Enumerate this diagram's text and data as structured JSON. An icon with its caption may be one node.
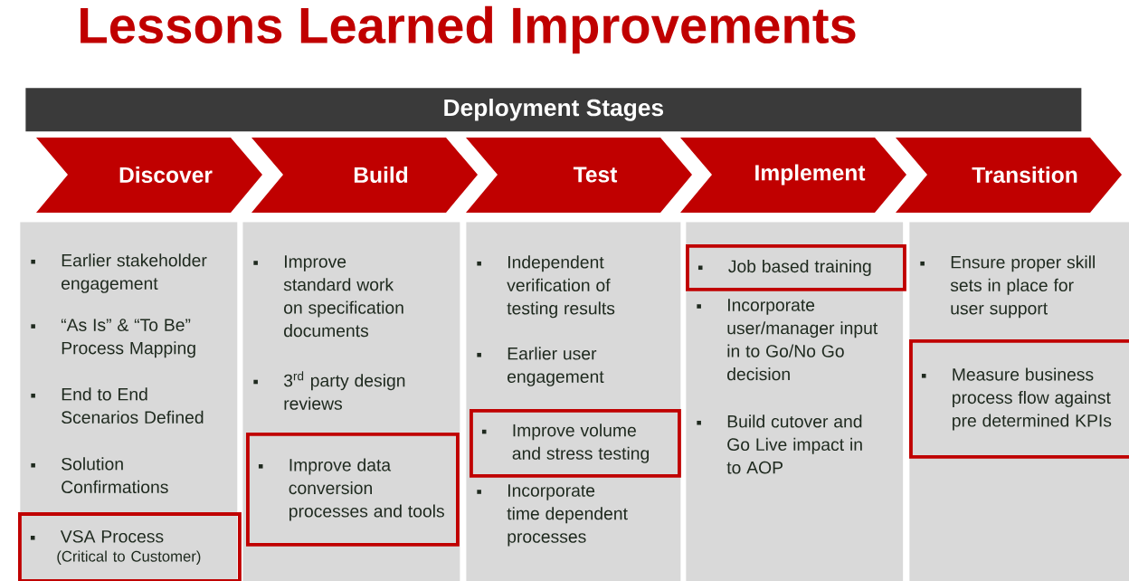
{
  "diagram": {
    "title": "Lessons Learned Improvements",
    "nodes": [
      {
        "text": [
          "Deployment Stages"
        ]
      },
      {
        "text": [
          "Discover"
        ]
      },
      {
        "text": [
          "Build"
        ]
      },
      {
        "text": [
          "Test"
        ]
      },
      {
        "text": [
          "Implement"
        ]
      },
      {
        "text": [
          "Transition"
        ]
      },
      {
        "text": [
          "Earlier stakeholder engagement",
          "“As Is” & “To Be” Process Mapping",
          "End to End Scenarios Defined",
          "Solution Confirmations"
        ]
      },
      {
        "text": [
          "VSA Process",
          "(Critical to Customer)"
        ],
        "in": 6
      },
      {
        "text": [
          "Improve standard work on specification documents",
          "3$^{rd}$ party design reviews"
        ]
      },
      {
        "text": [
          "Improve data conversion processes and tools"
        ],
        "in": 8
      },
      {
        "text": [
          "Independent verification of testing results",
          "Earlier user engagement",
          "Incorporate time dependent processes"
        ]
      },
      {
        "text": [
          "Improve volume and stress testing"
        ],
        "in": 10
      },
      {
        "text": [
          "Incorporate user/manager input in to Go/No Go decision",
          "Build cutover and Go Live impact in to AOP"
        ]
      },
      {
        "text": [
          "Job based training"
        ],
        "in": 12
      },
      {
        "text": [
          "Ensure proper skill sets in place for user support"
        ]
      },
      {
        "text": [
          "Measure business process flow against pre determined KPIs"
        ],
        "in": 14
      }
    ]
  }
}
